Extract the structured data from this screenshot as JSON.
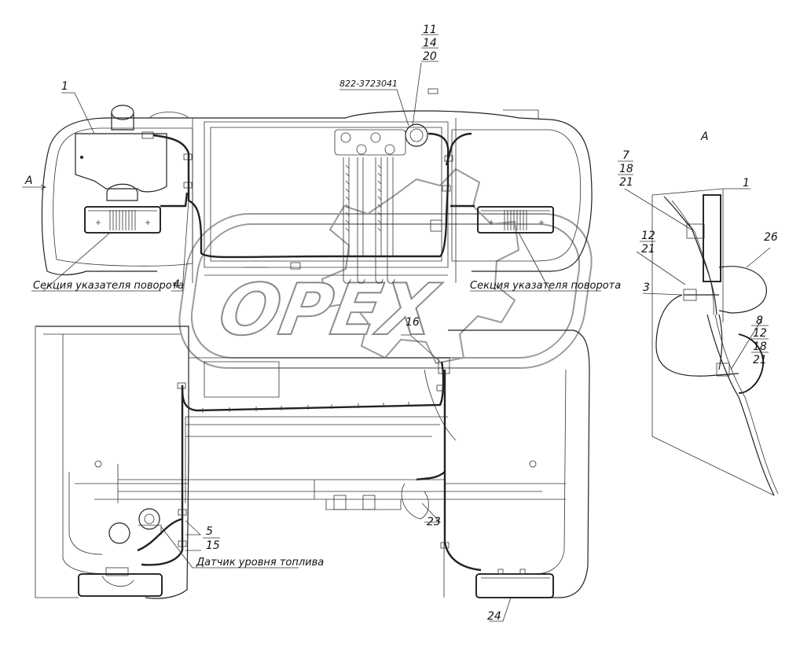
{
  "view_label": "A",
  "arrow_label": "A",
  "part_code": "822-3723041",
  "turn_signal_left": "Секция указателя поворота",
  "turn_signal_right": "Секция указателя поворота",
  "fuel_sensor": "Датчик уровня топлива",
  "watermark": "OPEX",
  "callouts": {
    "c1": "1",
    "c4": "4",
    "c5": "5",
    "c15": "15",
    "c16": "16",
    "c23": "23",
    "c24": "24",
    "c11": "11",
    "c14": "14",
    "c20": "20",
    "v1": "1",
    "v7": "7",
    "v18a": "18",
    "v21a": "21",
    "v12a": "12",
    "v21b": "21",
    "v3": "3",
    "v26": "26",
    "v8": "8",
    "v12b": "12",
    "v18b": "18",
    "v21c": "21"
  }
}
